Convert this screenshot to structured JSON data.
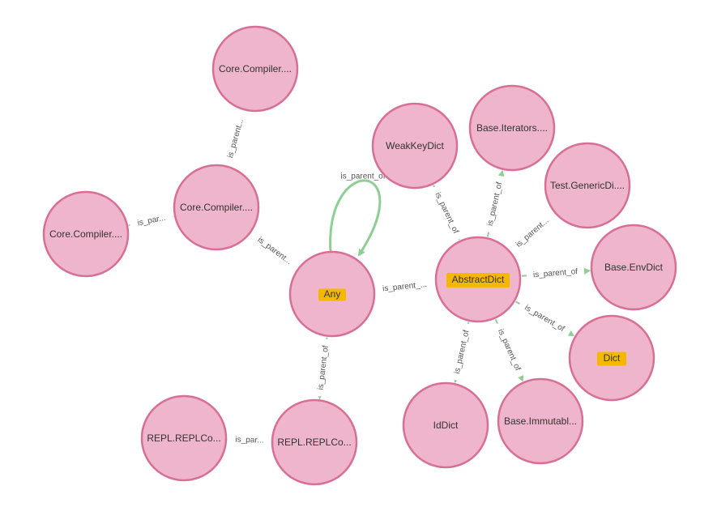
{
  "nodes": [
    {
      "id": "cc_top",
      "label": "Core.Compiler...."
    },
    {
      "id": "cc_mid",
      "label": "Core.Compiler...."
    },
    {
      "id": "cc_left",
      "label": "Core.Compiler...."
    },
    {
      "id": "any",
      "label": "Any",
      "highlighted": true
    },
    {
      "id": "weakkeydict",
      "label": "WeakKeyDict"
    },
    {
      "id": "iterators",
      "label": "Base.Iterators...."
    },
    {
      "id": "genericdi",
      "label": "Test.GenericDi...."
    },
    {
      "id": "envdict",
      "label": "Base.EnvDict"
    },
    {
      "id": "abstractdict",
      "label": "AbstractDict",
      "highlighted": true
    },
    {
      "id": "dict",
      "label": "Dict",
      "highlighted": true
    },
    {
      "id": "iddict",
      "label": "IdDict"
    },
    {
      "id": "immutabl",
      "label": "Base.Immutabl..."
    },
    {
      "id": "repl_mid",
      "label": "REPL.REPLCo..."
    },
    {
      "id": "repl_left",
      "label": "REPL.REPLCo..."
    }
  ],
  "edges": [
    {
      "from": "any",
      "to": "cc_mid",
      "label": "is_parent..."
    },
    {
      "from": "cc_mid",
      "to": "cc_top",
      "label": "is_parent..."
    },
    {
      "from": "cc_mid",
      "to": "cc_left",
      "label": "is_par..."
    },
    {
      "from": "any",
      "to": "any",
      "label": "is_parent_of"
    },
    {
      "from": "any",
      "to": "abstractdict",
      "label": "is_parent_..."
    },
    {
      "from": "any",
      "to": "repl_mid",
      "label": "is_parent_of"
    },
    {
      "from": "repl_mid",
      "to": "repl_left",
      "label": "is_par..."
    },
    {
      "from": "abstractdict",
      "to": "weakkeydict",
      "label": "is_parent_of"
    },
    {
      "from": "abstractdict",
      "to": "iterators",
      "label": "is_parent_of"
    },
    {
      "from": "abstractdict",
      "to": "genericdi",
      "label": "is_parent..."
    },
    {
      "from": "abstractdict",
      "to": "envdict",
      "label": "is_parent_of"
    },
    {
      "from": "abstractdict",
      "to": "dict",
      "label": "is_parent_of"
    },
    {
      "from": "abstractdict",
      "to": "iddict",
      "label": "is_parent_of"
    },
    {
      "from": "abstractdict",
      "to": "immutabl",
      "label": "is_parent_of"
    }
  ],
  "colors": {
    "node_fill": "#efb5cc",
    "node_stroke": "#d86f95",
    "edge": "#8fcf95",
    "highlight": "#f5b800",
    "text": "#333333"
  }
}
